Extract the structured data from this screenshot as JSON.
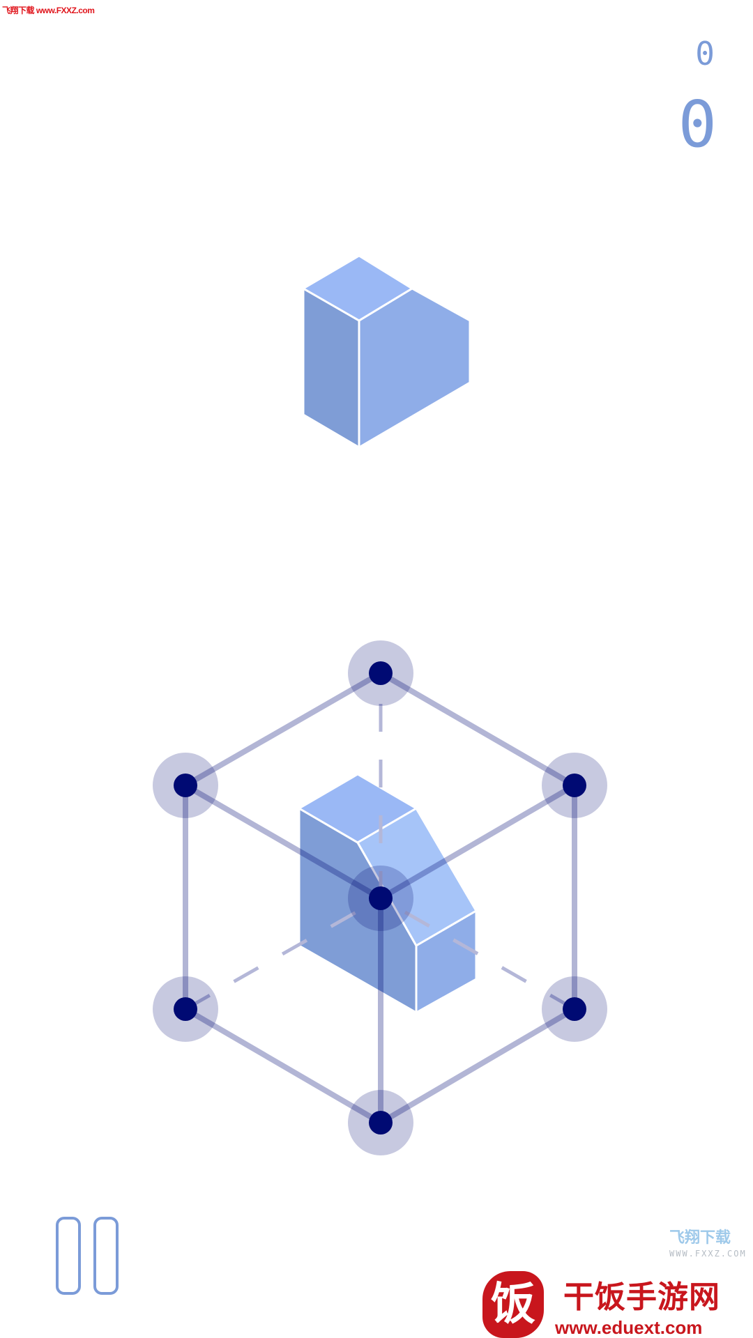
{
  "watermark_top": "飞翔下载 www.FXXZ.com",
  "score": {
    "best": "0",
    "current": "0"
  },
  "colors": {
    "accent": "#7b9bd8",
    "node": "#000a73",
    "node_halo": "#c7cadc",
    "edge": "#b4b7d8",
    "face_top": "#9ab8f5",
    "face_left": "#7f9dd6",
    "face_right": "#8fade8",
    "face_slant": "#a6c4f8"
  },
  "pause_icon": "pause-icon",
  "logo": {
    "mark": "饭",
    "title": "干饭手游网",
    "url": "www.eduext.com",
    "overlay_title": "飞翔下载",
    "overlay_url": "WWW.FXXZ.COM"
  }
}
